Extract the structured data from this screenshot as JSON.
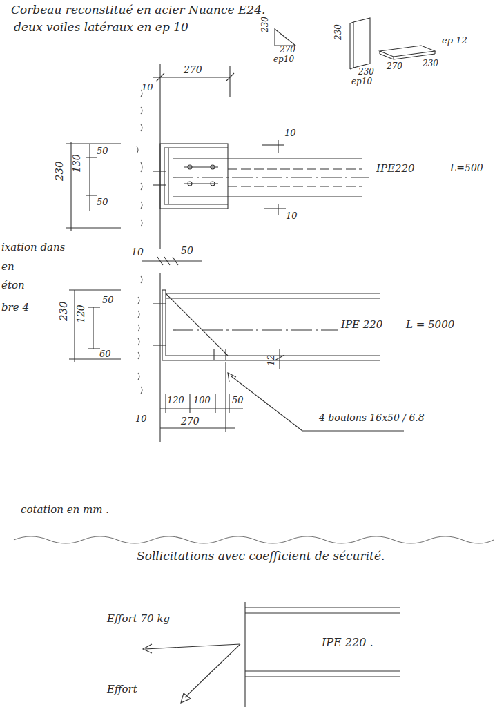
{
  "diagram": {
    "title": "Corbeau reconstitué en acier Nuance E24.",
    "labels": [
      "deux voiles latéraux en ep 10",
      "230",
      "270",
      "ep10",
      "230",
      "230",
      "ep10",
      "270",
      "230",
      "ep 12",
      "10",
      "270",
      "230",
      "130",
      "50",
      "50",
      "10",
      "10",
      "IPE220",
      "L=500",
      "ixation dans",
      "en",
      "éton",
      "bre 4",
      "10",
      "50",
      "230",
      "50",
      "120",
      "60",
      "IPE 220",
      "L = 5000",
      "12",
      "120",
      "100",
      "50",
      "10",
      "270",
      "4 boulons 16x50 / 6.8",
      "cotation en mm .",
      "Sollicitations avec coefficient de sécurité.",
      "Effort 70 kg",
      "IPE 220 .",
      "Effort"
    ]
  }
}
